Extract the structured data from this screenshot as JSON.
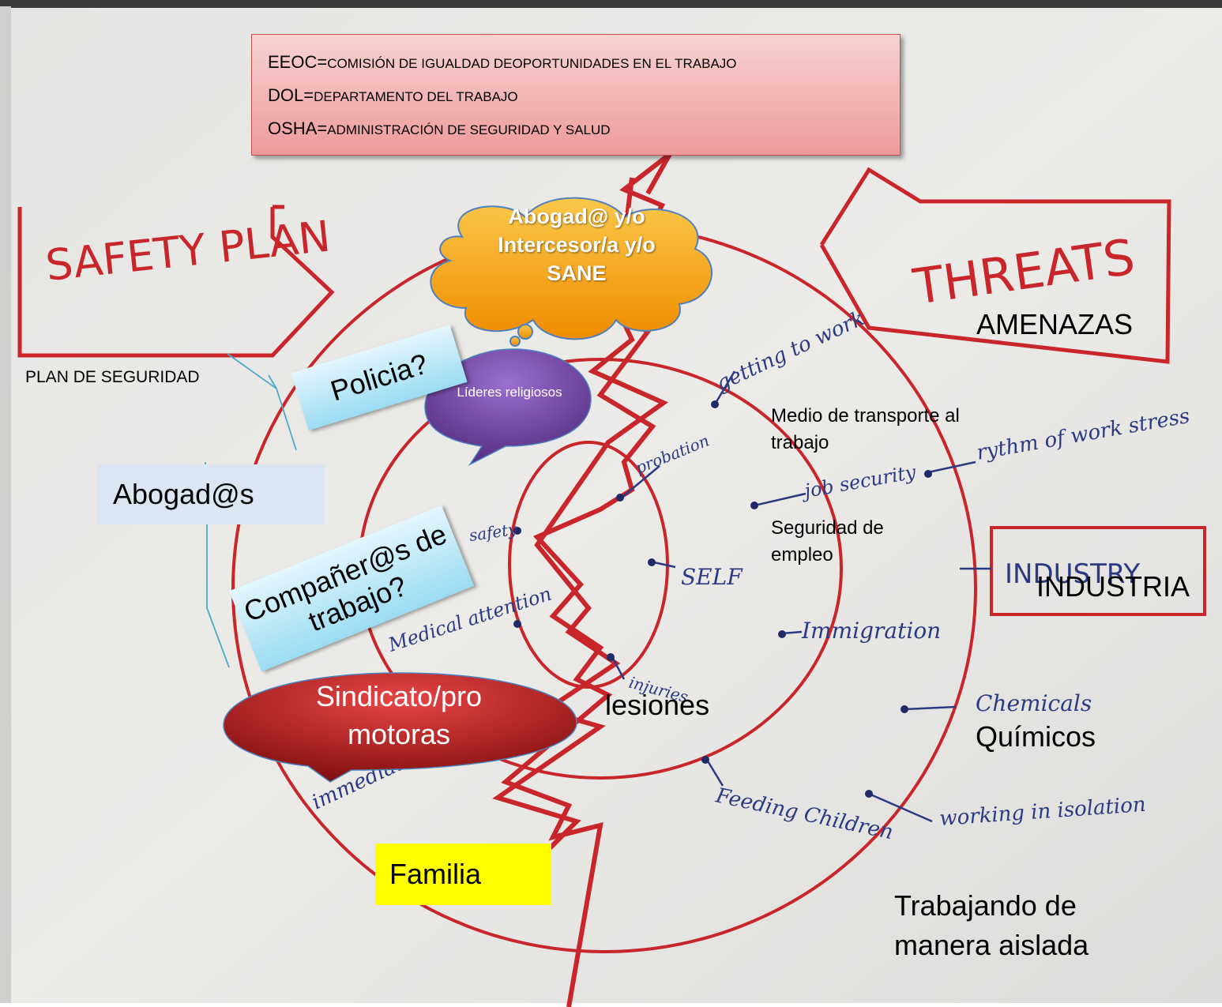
{
  "legend": [
    {
      "abbr": "EEOC",
      "full": "Comisión de igualdad deoportunidades en el trabajo"
    },
    {
      "abbr": "DOL",
      "full": "Departamento del trabajo"
    },
    {
      "abbr": "OSHA",
      "full": "Administración de seguridad y salud"
    }
  ],
  "handwritten": {
    "safety_plan_title": "SAFETY PLAN",
    "threats_title": "THREATS",
    "industry_box": "INDUSTRY",
    "self": "SELF",
    "getting_to_work": "getting to work",
    "rhythm_of_work": "rythm of work stress",
    "job_security": "job security",
    "immigration": "Immigration",
    "chemicals": "Chemicals",
    "working_isolation": "working in isolation",
    "feeding_children": "Feeding Children",
    "injuries": "injuries",
    "medical_attention": "Medical attention",
    "probation": "probation",
    "safety": "safety",
    "immediate_relief": "immediate relief"
  },
  "labels": {
    "plan_de_seguridad": "PLAN DE SEGURIDAD",
    "amenazas": "AMENAZAS",
    "industria": "INDUSTRIA",
    "transporte": "Medio de transporte al trabajo",
    "seguridad_empleo": "Seguridad de empleo",
    "lesiones": "lesiones",
    "quimicos": "Químicos",
    "trabajando_aislada": "Trabajando de manera aislada",
    "familia": "Familia"
  },
  "callouts": {
    "abogado_cloud": "Abogad@ y/o Intercesor/a y/o SANE",
    "policia": "Policia?",
    "lideres_religiosos": "Líderes religiosos",
    "abogados": "Abogad@s",
    "companeros": "Compañer@s de trabajo?",
    "sindicato": "Sindicato/pro motoras"
  },
  "colors": {
    "ink_red": "#c8262a",
    "ink_blue": "#2c3a84",
    "legend_fill": "#f2b4b4",
    "cloud_fill": "#f7a10f",
    "purple_bubble": "#6b3a9c",
    "dark_red_bubble": "#a31515",
    "familia_fill": "#ffff00",
    "abogados_fill": "#dce6f2",
    "sky_fill": "#c3ecfb",
    "connector": "#4bacc6"
  }
}
